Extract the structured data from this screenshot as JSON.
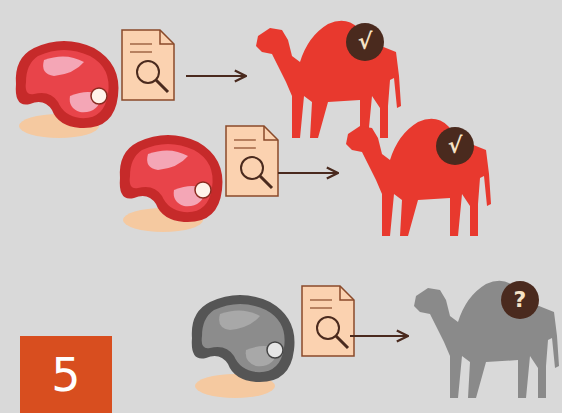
{
  "diagram": {
    "nodes": [
      {
        "text": [
          "√"
        ]
      },
      {
        "text": [
          "√"
        ]
      },
      {
        "text": [
          "?"
        ]
      },
      {
        "text": [
          "5"
        ]
      }
    ]
  }
}
